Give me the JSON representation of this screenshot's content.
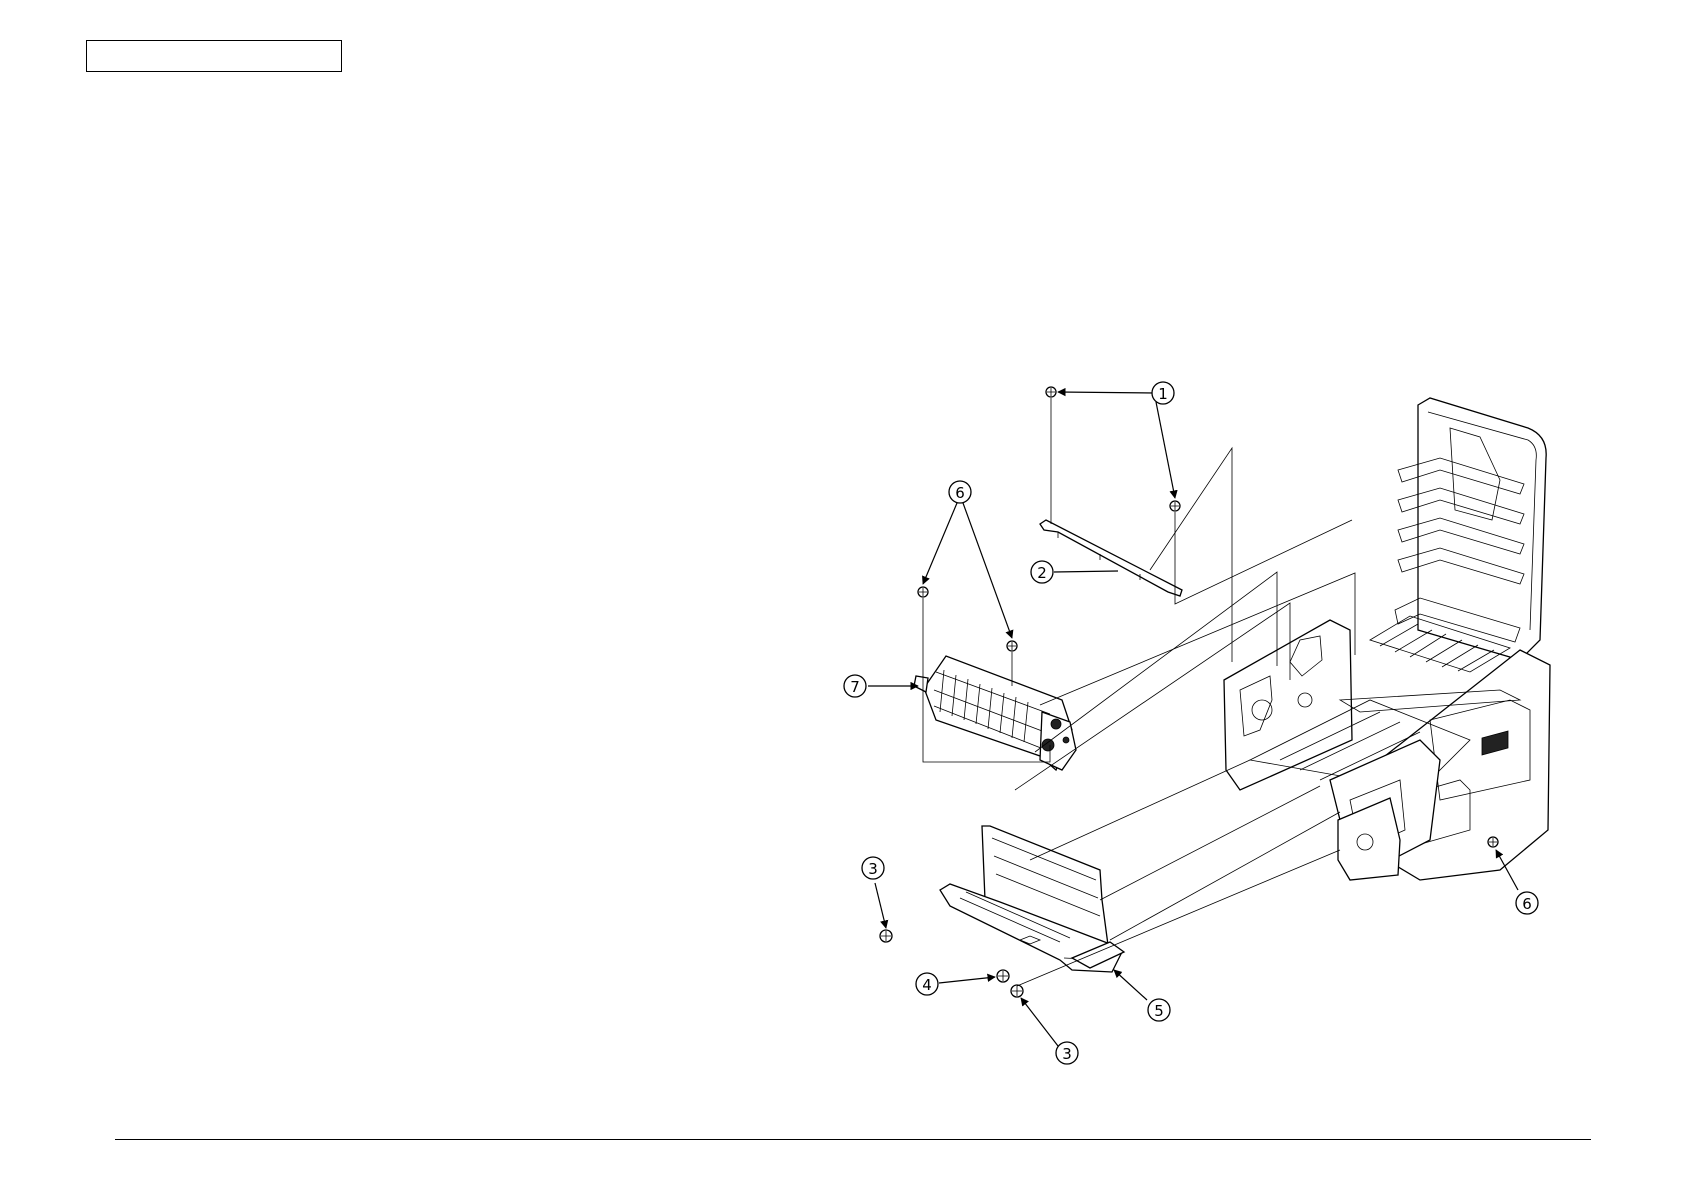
{
  "callouts": {
    "c1": "1",
    "c2": "2",
    "c3a": "3",
    "c3b": "3",
    "c4": "4",
    "c5": "5",
    "c6a": "6",
    "c6b": "6",
    "c7": "7"
  }
}
